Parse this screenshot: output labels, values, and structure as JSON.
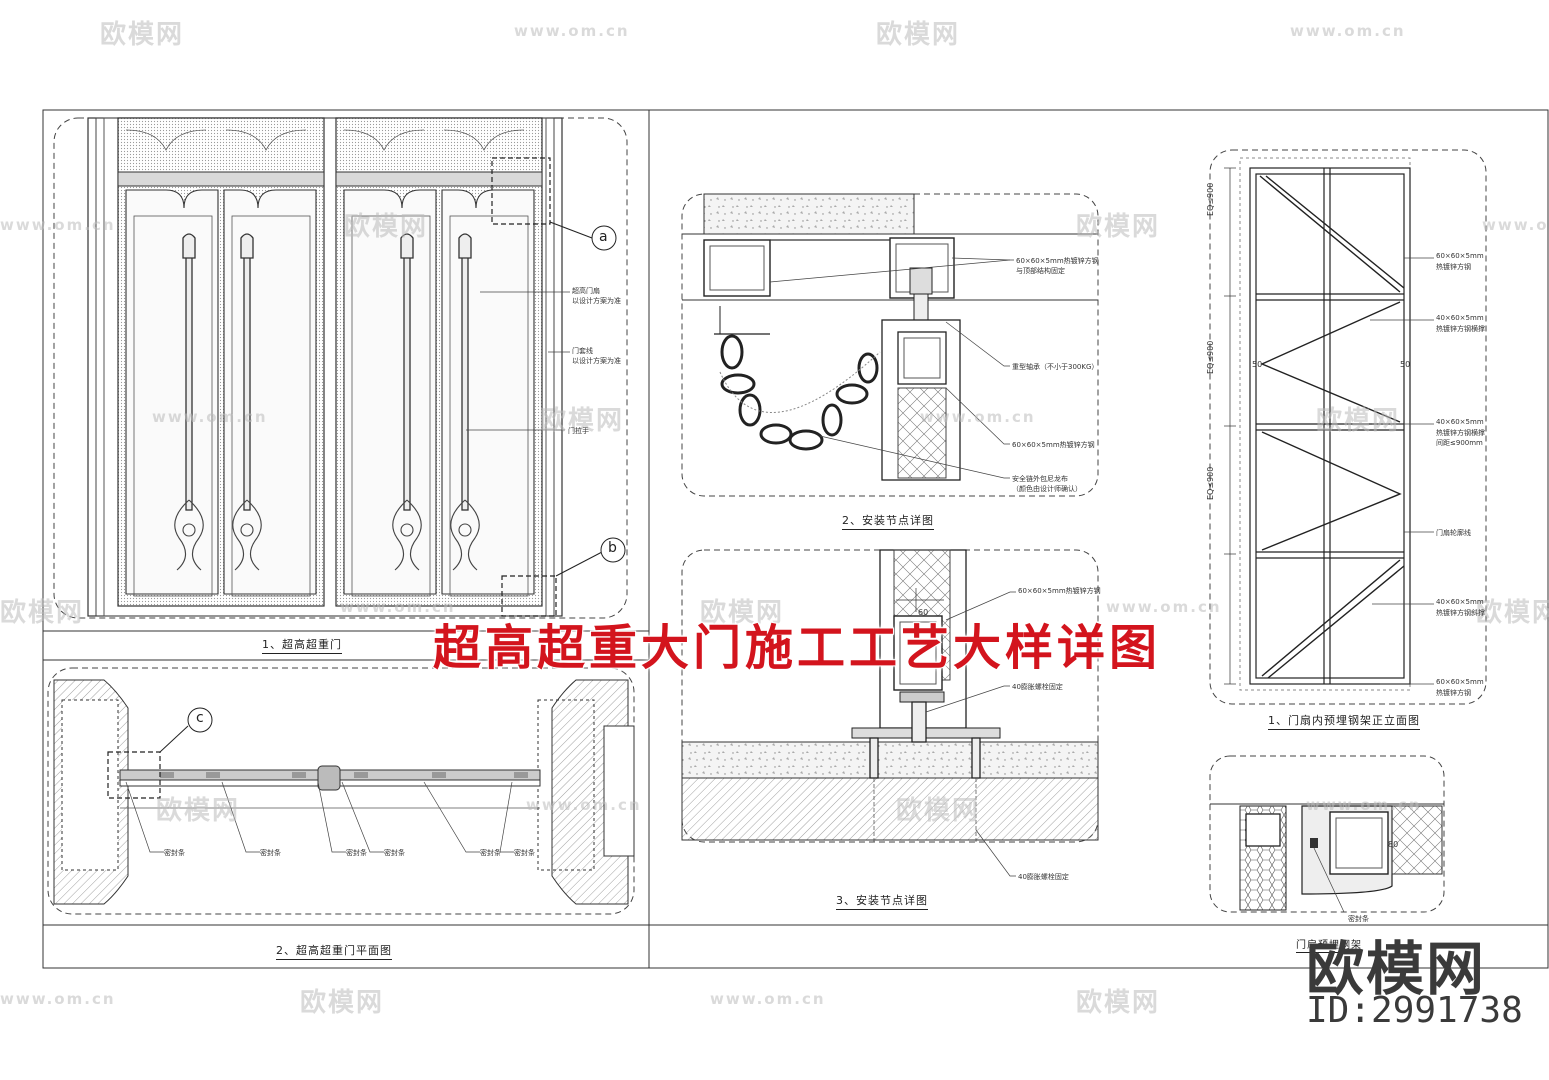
{
  "banner_title": "超高超重大门施工工艺大样详图",
  "brand": {
    "name": "欧模网",
    "id": "ID:2991738"
  },
  "watermark": {
    "logo": "欧模网",
    "url": "www.om.cn"
  },
  "captions": {
    "elevation": "1、超高超重门",
    "plan": "2、超高超重门平面图",
    "node2": "2、安装节点详图",
    "node3": "3、安装节点详图",
    "frame": "1、门扇内预埋钢架正立面图",
    "detail_small": "门扇预埋钢架"
  },
  "markers": {
    "a": "a",
    "b": "b",
    "c": "c"
  },
  "notes": {
    "door_panel": "超高门扇",
    "door_panel2": "以设计方案为准",
    "door_trim": "门套线",
    "door_trim2": "以设计方案为准",
    "handle": "门拉手",
    "n2_steel": "60×60×5mm热镀锌方钢",
    "n2_steel2": "与顶部结构固定",
    "n2_bearing": "重型轴承（不小于300KG）",
    "n2_steel_b": "60×60×5mm热镀锌方钢",
    "n2_chain": "安全链外包尼龙布",
    "n2_chain2": "（颜色由设计师确认）",
    "n3_steel": "60×60×5mm热镀锌方钢",
    "n3_bolt": "40膨胀螺栓固定",
    "n3_ground": "40膨胀螺栓固定",
    "fr_1": "60×60×5mm",
    "fr_1b": "热镀锌方钢",
    "fr_2": "40×60×5mm",
    "fr_2b": "热镀锌方钢横撑",
    "fr_3": "40×60×5mm",
    "fr_3b": "热镀锌方钢横撑",
    "fr_3c": "间距≤900mm",
    "fr_4": "门扇轮廓线",
    "fr_5": "40×60×5mm",
    "fr_5b": "热镀锌方钢斜撑",
    "fr_6": "60×60×5mm",
    "fr_6b": "热镀锌方钢",
    "seal": "密封条",
    "seal_small": "密封条"
  },
  "dims": {
    "eq1": "EQ≤900",
    "eq2": "EQ≤900",
    "eq3": "EQ≤900",
    "d60": "60",
    "d50": "50",
    "d80": "80"
  }
}
